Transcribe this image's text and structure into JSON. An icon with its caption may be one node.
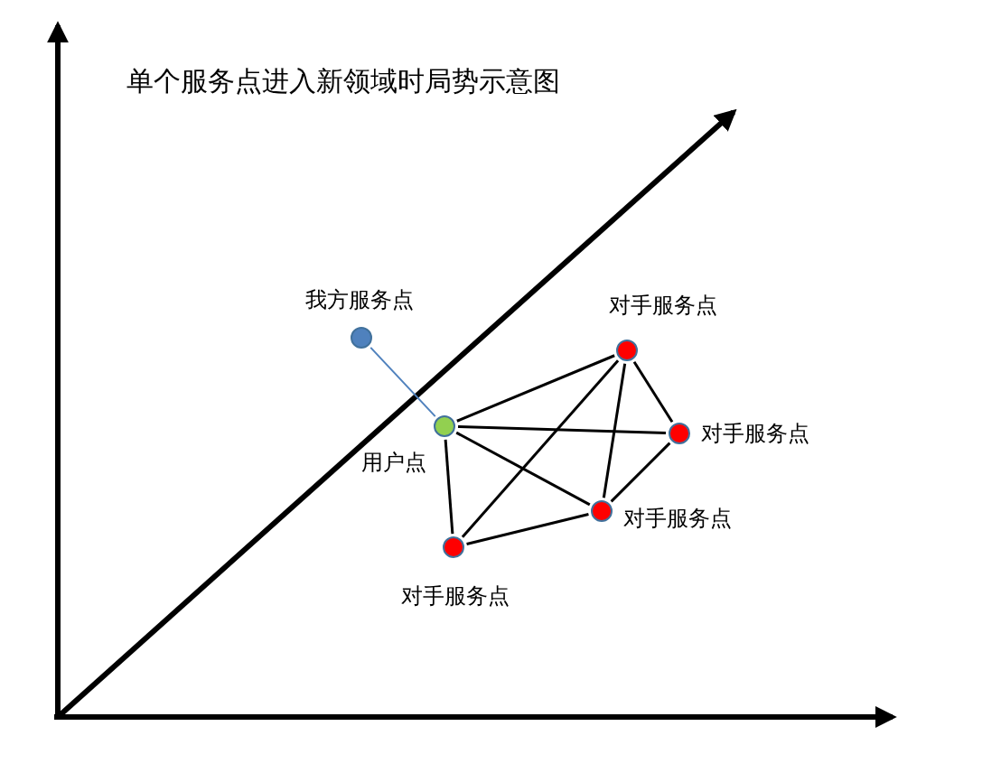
{
  "diagram": {
    "title": "单个服务点进入新领域时局势示意图",
    "nodes": [
      {
        "text": [
          "我方服务点"
        ]
      },
      {
        "text": [
          "用户点"
        ]
      },
      {
        "text": [
          "对手服务点"
        ]
      },
      {
        "text": [
          "对手服务点"
        ]
      },
      {
        "text": [
          "对手服务点"
        ]
      },
      {
        "text": [
          "对手服务点"
        ]
      }
    ],
    "edges": [
      {
        "from": 0,
        "to": 1,
        "arrow": "none",
        "color": "#4f81bd"
      },
      {
        "from": 1,
        "to": 2,
        "arrow": "none"
      },
      {
        "from": 1,
        "to": 3,
        "arrow": "none"
      },
      {
        "from": 1,
        "to": 4,
        "arrow": "none"
      },
      {
        "from": 1,
        "to": 5,
        "arrow": "none"
      },
      {
        "from": 2,
        "to": 3,
        "arrow": "none"
      },
      {
        "from": 2,
        "to": 4,
        "arrow": "none"
      },
      {
        "from": 2,
        "to": 5,
        "arrow": "none"
      },
      {
        "from": 3,
        "to": 4,
        "arrow": "none"
      },
      {
        "from": 4,
        "to": 5,
        "arrow": "none"
      }
    ]
  }
}
